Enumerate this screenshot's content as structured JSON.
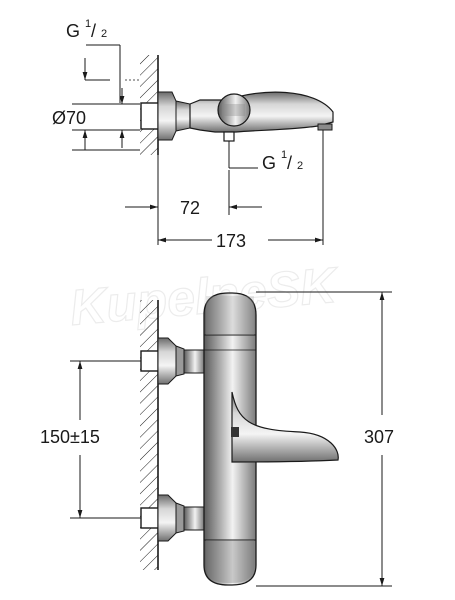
{
  "watermark": "KupelneSK",
  "colors": {
    "line": "#1a1a1a",
    "body_dark": "#6d6d6d",
    "body_mid": "#a9a9a9",
    "body_light": "#e8e8e8"
  },
  "side_view": {
    "thread_top": {
      "prefix": "G",
      "num": "1",
      "den": "2"
    },
    "diameter": "Ø70",
    "thread_bottom": {
      "prefix": "G",
      "num": "1",
      "den": "2"
    },
    "dim_short": "72",
    "dim_long": "173"
  },
  "front_view": {
    "spacing": "150±15",
    "height": "307"
  }
}
